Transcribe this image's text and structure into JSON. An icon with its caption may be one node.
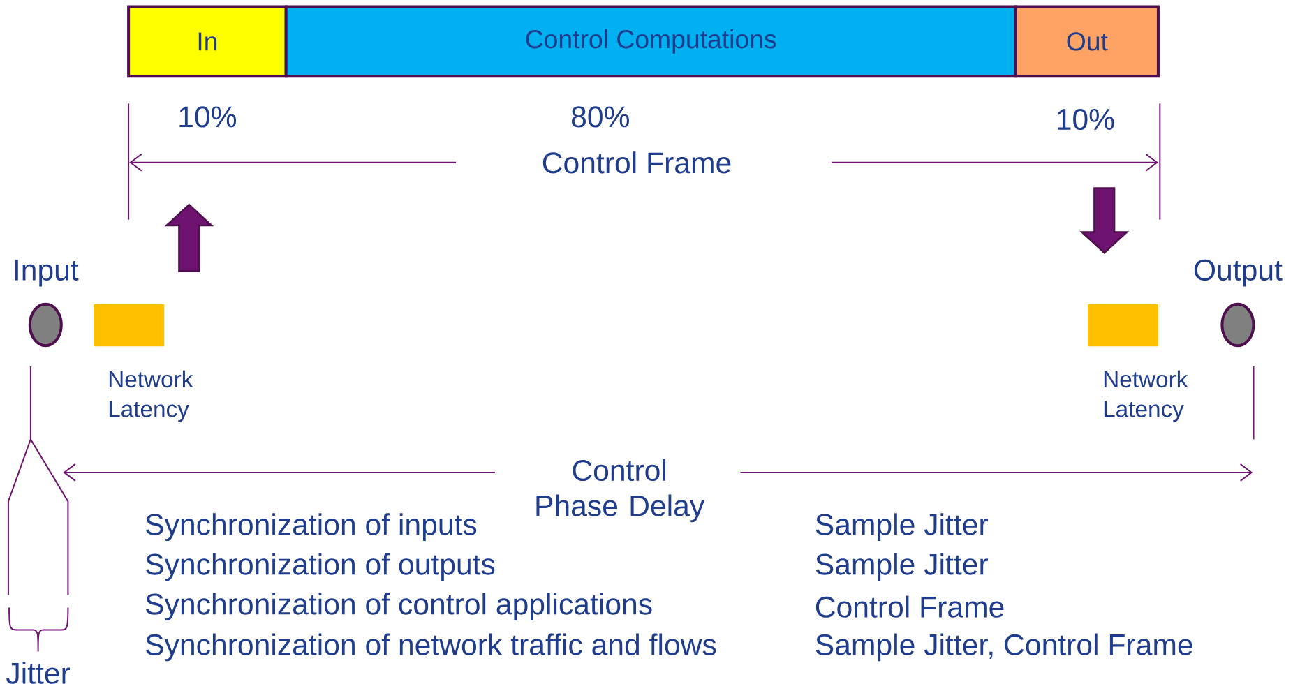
{
  "diagram": {
    "nodes": [
      {
        "text": [
          "In"
        ]
      },
      {
        "text": [
          "Control Computations"
        ]
      },
      {
        "text": [
          "Out"
        ]
      },
      {
        "text": [
          "Input"
        ]
      },
      {
        "text": [
          "Network Latency"
        ]
      },
      {
        "text": [
          "Network Latency"
        ]
      },
      {
        "text": [
          "Output"
        ]
      }
    ],
    "labels": [
      "10%",
      "80%",
      "10%",
      "Control Frame",
      "Control Phase Delay",
      "Synchronization of inputs",
      "Sample Jitter",
      "Synchronization of outputs",
      "Sample Jitter",
      "Synchronization of control applications",
      "Control Frame",
      "Synchronization of network traffic and flows",
      "Sample Jitter, Control Frame",
      "Jitter"
    ]
  }
}
